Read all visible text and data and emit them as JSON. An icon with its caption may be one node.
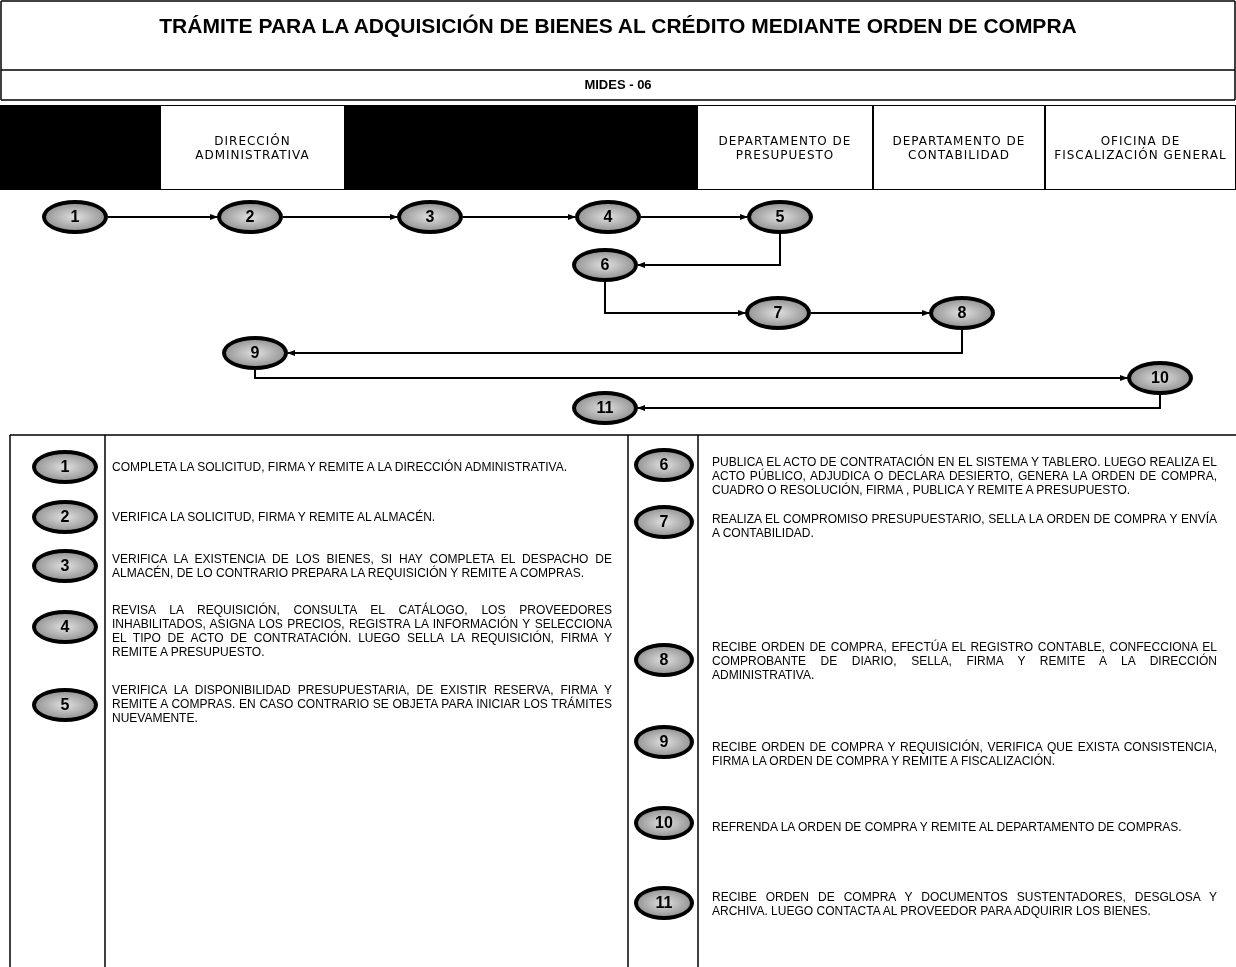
{
  "diagram": {
    "title": "TRÁMITE PARA LA ADQUISICIÓN DE BIENES AL CRÉDITO MEDIANTE ORDEN DE COMPRA",
    "nodes": [
      {
        "text": [],
        "shape": "box"
      },
      {
        "text": [
          "DIRECCIÓN ADMINISTRATIVA"
        ]
      },
      {
        "text": [],
        "shape": "box"
      },
      {
        "text": [
          "DEPARTAMENTO DE PRESUPUESTO"
        ]
      },
      {
        "text": [
          "DEPARTAMENTO DE CONTABILIDAD"
        ]
      },
      {
        "text": [
          "OFICINA DE FISCALIZACIÓN GENERAL"
        ]
      },
      {
        "text": [
          "1"
        ]
      },
      {
        "text": [
          "2"
        ]
      },
      {
        "text": [
          "3"
        ]
      },
      {
        "text": [
          "4"
        ]
      },
      {
        "text": [
          "5"
        ]
      },
      {
        "text": [
          "6"
        ]
      },
      {
        "text": [
          "7"
        ]
      },
      {
        "text": [
          "8"
        ]
      },
      {
        "text": [
          "9"
        ]
      },
      {
        "text": [
          "10"
        ]
      },
      {
        "text": [
          "11"
        ]
      },
      {
        "text": [
          "1"
        ],
        "beside": [
          "COMPLETA LA SOLICITUD, FIRMA Y REMITE A LA DIRECCIÓN ADMINISTRATIVA."
        ]
      },
      {
        "text": [
          "2"
        ],
        "beside": [
          "VERIFICA LA SOLICITUD, FIRMA Y REMITE AL ALMACÉN."
        ]
      },
      {
        "text": [
          "3"
        ],
        "beside": [
          "VERIFICA LA EXISTENCIA DE LOS BIENES, SI HAY COMPLETA EL DESPACHO DE ALMACÉN, DE LO CONTRARIO PREPARA LA REQUISICIÓN Y REMITE A COMPRAS."
        ]
      },
      {
        "text": [
          "4"
        ],
        "beside": [
          "REVISA LA REQUISICIÓN, CONSULTA EL CATÁLOGO, LOS PROVEEDORES INHABILITADOS, ASIGNA LOS PRECIOS, REGISTRA LA INFORMACIÓN Y SELECCIONA EL TIPO DE ACTO DE CONTRATACIÓN. LUEGO SELLA LA REQUISICIÓN, FIRMA Y REMITE A PRESUPUESTO."
        ]
      },
      {
        "text": [
          "5"
        ],
        "beside": [
          "VERIFICA LA DISPONIBILIDAD PRESUPUESTARIA, DE EXISTIR RESERVA, FIRMA Y REMITE A COMPRAS. EN CASO CONTRARIO SE OBJETA PARA INICIAR LOS TRÁMITES NUEVAMENTE."
        ]
      },
      {
        "text": [
          "6"
        ],
        "beside": [
          "PUBLICA EL ACTO DE CONTRATACIÓN EN EL SISTEMA Y TABLERO. LUEGO REALIZA EL ACTO PÚBLICO, ADJUDICA O DECLARA DESIERTO, GENERA LA ORDEN DE COMPRA, CUADRO O RESOLUCIÓN, FIRMA , PUBLICA Y REMITE A PRESUPUESTO."
        ]
      },
      {
        "text": [
          "7"
        ],
        "beside": [
          "REALIZA EL COMPROMISO PRESUPUESTARIO, SELLA LA ORDEN DE COMPRA Y ENVÍA A CONTABILIDAD."
        ]
      },
      {
        "text": [
          "8"
        ],
        "beside": [
          "RECIBE ORDEN DE COMPRA, EFECTÚA EL REGISTRO CONTABLE, CONFECCIONA EL COMPROBANTE DE DIARIO, SELLA, FIRMA Y REMITE A LA DIRECCIÓN ADMINISTRATIVA."
        ]
      },
      {
        "text": [
          "9"
        ],
        "beside": [
          "RECIBE ORDEN DE COMPRA Y REQUISICIÓN, VERIFICA QUE EXISTA CONSISTENCIA, FIRMA LA ORDEN DE COMPRA Y REMITE A FISCALIZACIÓN."
        ]
      },
      {
        "text": [
          "10"
        ],
        "beside": [
          "REFRENDA LA ORDEN DE COMPRA Y REMITE AL DEPARTAMENTO DE COMPRAS."
        ]
      },
      {
        "text": [
          "11"
        ],
        "beside": [
          "RECIBE ORDEN DE COMPRA Y DOCUMENTOS SUSTENTADORES, DESGLOSA Y ARCHIVA. LUEGO CONTACTA AL PROVEEDOR PARA ADQUIRIR LOS BIENES."
        ]
      }
    ],
    "edges": [
      {
        "from": 6,
        "to": 7,
        "arrow": "to"
      },
      {
        "from": 7,
        "to": 8,
        "arrow": "to"
      },
      {
        "from": 8,
        "to": 9,
        "arrow": "to"
      },
      {
        "from": 9,
        "to": 10,
        "arrow": "to"
      },
      {
        "from": 10,
        "to": 11,
        "arrow": "to"
      },
      {
        "from": 11,
        "to": 12,
        "arrow": "to"
      },
      {
        "from": 12,
        "to": 13,
        "arrow": "to"
      },
      {
        "from": 13,
        "to": 14,
        "arrow": "to"
      },
      {
        "from": 14,
        "to": 15,
        "arrow": "to"
      },
      {
        "from": 15,
        "to": 16,
        "arrow": "to"
      }
    ],
    "labels": [
      "MIDES - 06"
    ]
  }
}
